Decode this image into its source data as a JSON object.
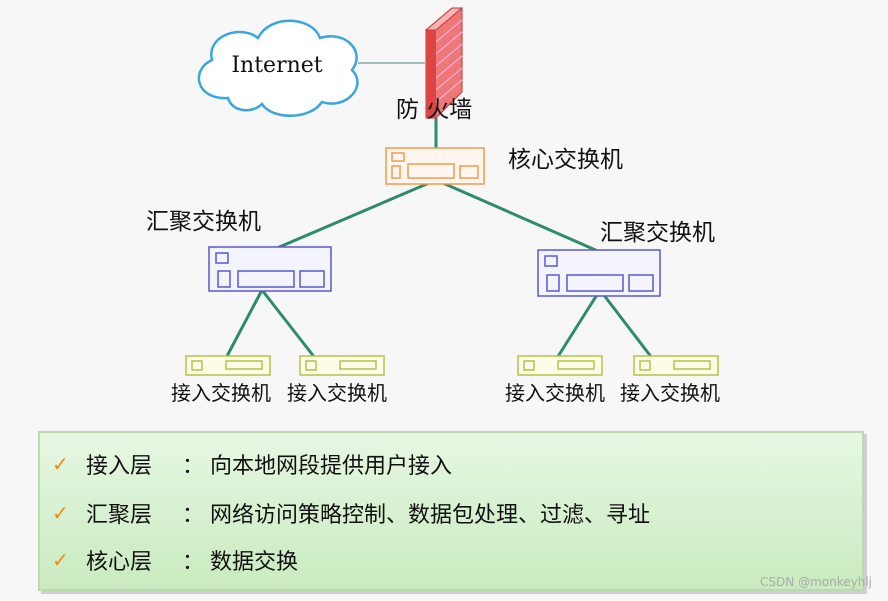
{
  "diagram": {
    "internet_label": "Internet",
    "firewall_label": "防 火墙",
    "core_label": "核心交换机",
    "agg_left_label": "汇聚交换机",
    "agg_right_label": "汇聚交换机",
    "access_labels": [
      "接入交换机",
      "接入交换机",
      "接入交换机",
      "接入交换机"
    ]
  },
  "legend": {
    "items": [
      {
        "term": "接入层",
        "colon": "：",
        "desc": "向本地网段提供用户接入"
      },
      {
        "term": "汇聚层",
        "colon": "：",
        "desc": "网络访问策略控制、数据包处理、过滤、寻址"
      },
      {
        "term": "核心层",
        "colon": "：",
        "desc": "数据交换"
      }
    ],
    "check_icon": "✓"
  },
  "watermark": "CSDN @monkeyhlj",
  "colors": {
    "link": "#2e8b6b",
    "core": "#f29a4a",
    "aggregation": "#5a5ad0",
    "access": "#b7c24a",
    "firewall": "#d9534f"
  }
}
